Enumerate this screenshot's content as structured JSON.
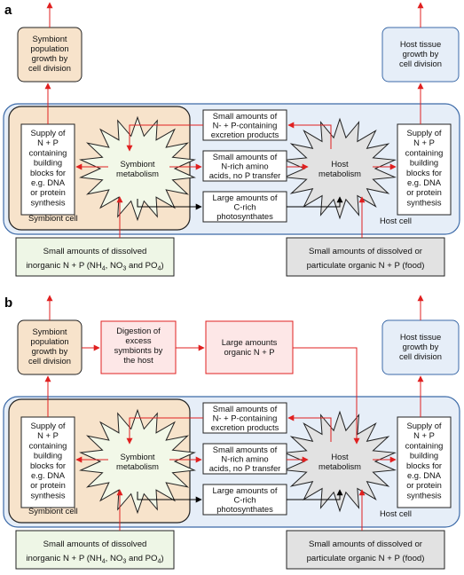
{
  "panels": [
    {
      "label": "a",
      "symbiont_growth": [
        "Symbiont",
        "population",
        "growth by",
        "cell division"
      ],
      "host_growth": [
        "Host tissue",
        "growth by",
        "cell division"
      ],
      "symbiont_supply": [
        "Supply of",
        "N + P",
        "containing",
        "building",
        "blocks for",
        "e.g. DNA",
        "or protein",
        "synthesis"
      ],
      "host_supply": [
        "Supply of",
        "N + P",
        "containing",
        "building",
        "blocks for",
        "e.g. DNA",
        "or protein",
        "synthesis"
      ],
      "symbiont_metabolism": [
        "Symbiont",
        "metabolism"
      ],
      "host_metabolism": [
        "Host",
        "metabolism"
      ],
      "excretion": [
        "Small amounts of",
        "N- + P-containing",
        "excretion products"
      ],
      "amino_acids": [
        "Small amounts of",
        "N-rich amino",
        "acids, no P transfer"
      ],
      "photosynthates": [
        "Large amounts of",
        "C-rich",
        "photosynthates"
      ],
      "symbiont_cell_label": "Symbiont cell",
      "host_cell_label": "Host cell",
      "inorganic_line1": "Small amounts of dissolved",
      "inorganic_line2_pre": "inorganic N + P (NH",
      "inorganic_sub4": "4",
      "inorganic_mid1": ", NO",
      "inorganic_sub3": "3",
      "inorganic_mid2": " and PO",
      "inorganic_close": ")",
      "organic_line1": "Small amounts of dissolved or",
      "organic_line2": "particulate organic N + P (food)"
    },
    {
      "label": "b",
      "symbiont_growth": [
        "Symbiont",
        "population",
        "growth by",
        "cell division"
      ],
      "digestion": [
        "Digestion of",
        "excess",
        "symbionts by",
        "the host"
      ],
      "large_organic": [
        "Large amounts",
        "organic N + P"
      ],
      "host_growth": [
        "Host tissue",
        "growth by",
        "cell division"
      ],
      "symbiont_supply": [
        "Supply of",
        "N + P",
        "containing",
        "building",
        "blocks for",
        "e.g. DNA",
        "or protein",
        "synthesis"
      ],
      "host_supply": [
        "Supply of",
        "N + P",
        "containing",
        "building",
        "blocks for",
        "e.g. DNA",
        "or protein",
        "synthesis"
      ],
      "symbiont_metabolism": [
        "Symbiont",
        "metabolism"
      ],
      "host_metabolism": [
        "Host",
        "metabolism"
      ],
      "excretion": [
        "Small amounts of",
        "N- + P-containing",
        "excretion products"
      ],
      "amino_acids": [
        "Small amounts of",
        "N-rich amino",
        "acids, no P transfer"
      ],
      "photosynthates": [
        "Large amounts of",
        "C-rich",
        "photosynthates"
      ],
      "symbiont_cell_label": "Symbiont cell",
      "host_cell_label": "Host cell",
      "inorganic_line1": "Small amounts of dissolved",
      "inorganic_line2_pre": "inorganic N + P (NH",
      "inorganic_sub4": "4",
      "inorganic_mid1": ", NO",
      "inorganic_sub3": "3",
      "inorganic_mid2": " and PO",
      "inorganic_close": ")",
      "organic_line1": "Small amounts of dissolved or",
      "organic_line2": "particulate organic N + P (food)"
    }
  ],
  "colors": {
    "arrow_red": "#e02020",
    "arrow_black": "#000000",
    "host_cell_fill": "#e6eef8",
    "host_cell_stroke": "#3c6aa8",
    "symbiont_cell_fill": "#f7e3cb",
    "symbiont_cell_stroke": "#222222",
    "symbiont_growth_fill": "#f7e3cb",
    "host_growth_fill": "#e6eef8",
    "symbiont_star_fill": "#f2f8e8",
    "host_star_fill": "#e2e2e2",
    "inorganic_box_fill": "#eef6e6",
    "organic_box_fill": "#e2e2e2",
    "digestion_fill": "#fde7e7",
    "digestion_stroke": "#e02020"
  }
}
